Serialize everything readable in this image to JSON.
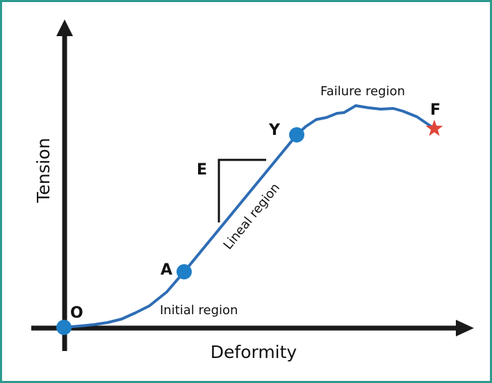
{
  "axes": {
    "x_label": "Deformity",
    "y_label": "Tension"
  },
  "points": {
    "origin": "O",
    "a": "A",
    "yield": "Y",
    "fracture": "F"
  },
  "regions": {
    "initial": "Initial region",
    "linear": "Lineal region",
    "failure": "Failure region"
  },
  "slope_label": "E",
  "colors": {
    "frame": "#2e9a8e",
    "curve": "#2e6db5",
    "point": "#1f7fc7",
    "fracture_star": "#e0463a",
    "axis": "#1a1a1a"
  },
  "icons": {
    "fracture_marker": "star-icon",
    "axis_arrows": "arrow-icon"
  }
}
